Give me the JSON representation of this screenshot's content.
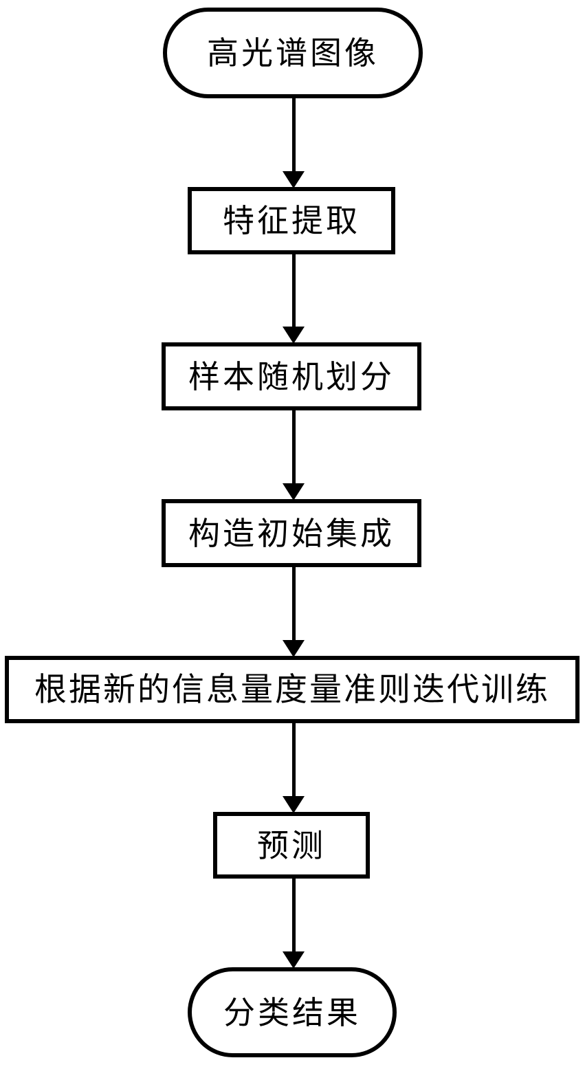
{
  "flowchart": {
    "title": "hyperspectral-image-classification-flow",
    "colors": {
      "background": "#ffffff",
      "line": "#000000",
      "text": "#000000",
      "node_fill": "#ffffff"
    },
    "nodes": [
      {
        "id": "start",
        "shape": "stadium",
        "label": "高光谱图像"
      },
      {
        "id": "feature-extraction",
        "shape": "rect",
        "label": "特征提取"
      },
      {
        "id": "sample-random-split",
        "shape": "rect",
        "label": "样本随机划分"
      },
      {
        "id": "initial-ensemble",
        "shape": "rect",
        "label": "构造初始集成"
      },
      {
        "id": "iterative-training",
        "shape": "rect",
        "label": "根据新的信息量度量准则迭代训练"
      },
      {
        "id": "predict",
        "shape": "rect",
        "label": "预测"
      },
      {
        "id": "result",
        "shape": "stadium",
        "label": "分类结果"
      }
    ],
    "edges": [
      {
        "from": "start",
        "to": "feature-extraction",
        "style": "arrow-down"
      },
      {
        "from": "feature-extraction",
        "to": "sample-random-split",
        "style": "arrow-down"
      },
      {
        "from": "sample-random-split",
        "to": "initial-ensemble",
        "style": "arrow-down"
      },
      {
        "from": "initial-ensemble",
        "to": "iterative-training",
        "style": "arrow-down"
      },
      {
        "from": "iterative-training",
        "to": "predict",
        "style": "arrow-down"
      },
      {
        "from": "predict",
        "to": "result",
        "style": "arrow-down"
      }
    ]
  }
}
